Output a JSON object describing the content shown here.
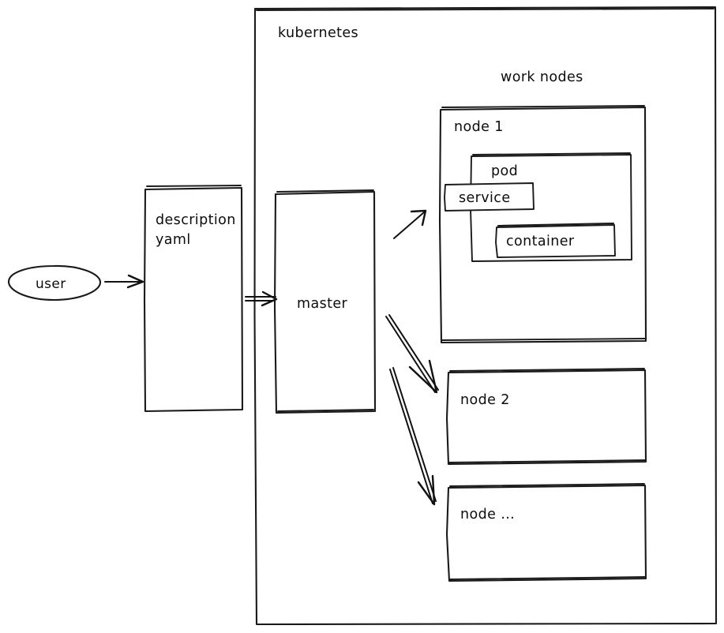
{
  "diagram": {
    "title_label": "kubernetes",
    "section_label": "work nodes",
    "actor": {
      "label": "user",
      "shape": "ellipse"
    },
    "spec_box": {
      "line1": "description",
      "line2": "yaml"
    },
    "control_plane": {
      "label": "master"
    },
    "nodes": [
      {
        "label": "node 1",
        "children": [
          {
            "label": "pod"
          },
          {
            "label": "service"
          },
          {
            "label": "container"
          }
        ]
      },
      {
        "label": "node 2",
        "children": []
      },
      {
        "label": "node ...",
        "children": []
      }
    ],
    "arrows": [
      {
        "name": "user-to-spec",
        "from": "user",
        "to": "description yaml"
      },
      {
        "name": "spec-to-master",
        "from": "description yaml",
        "to": "master"
      },
      {
        "name": "master-to-node-1",
        "from": "master",
        "to": "node 1"
      },
      {
        "name": "master-to-node-2",
        "from": "master",
        "to": "node 2"
      },
      {
        "name": "master-to-node-more",
        "from": "master",
        "to": "node ..."
      }
    ],
    "colors": {
      "stroke": "#1a1a1a",
      "text": "#0d0d0d",
      "background": "#ffffff"
    }
  }
}
